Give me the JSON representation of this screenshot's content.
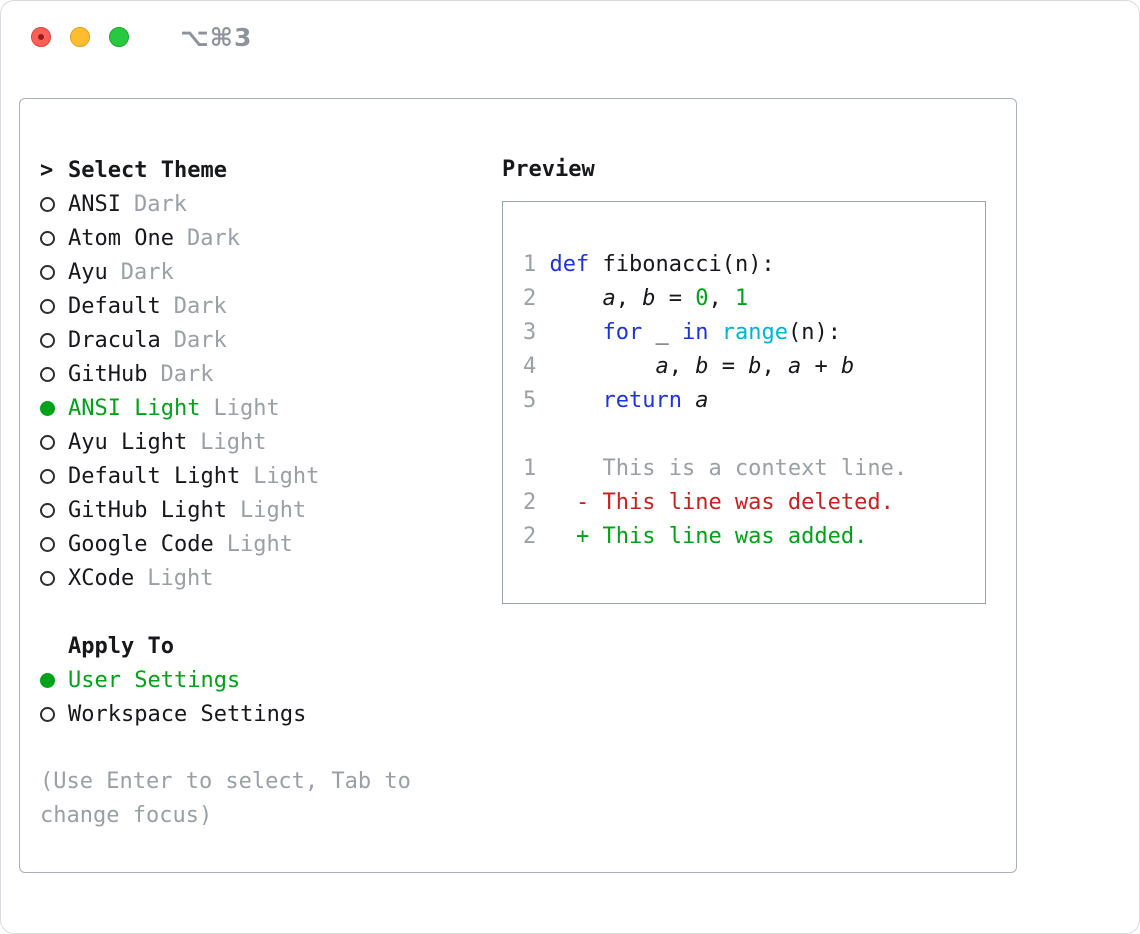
{
  "window": {
    "titlebar_shortcut": "⌥⌘3",
    "traffic_lights": [
      "close",
      "minimize",
      "zoom"
    ]
  },
  "theme_selector": {
    "prompt_char": ">",
    "title": "Select Theme",
    "items": [
      {
        "label": "ANSI",
        "variant": "Dark",
        "selected": false
      },
      {
        "label": "Atom One",
        "variant": "Dark",
        "selected": false
      },
      {
        "label": "Ayu",
        "variant": "Dark",
        "selected": false
      },
      {
        "label": "Default",
        "variant": "Dark",
        "selected": false
      },
      {
        "label": "Dracula",
        "variant": "Dark",
        "selected": false
      },
      {
        "label": "GitHub",
        "variant": "Dark",
        "selected": false
      },
      {
        "label": "ANSI Light",
        "variant": "Light",
        "selected": true
      },
      {
        "label": "Ayu Light",
        "variant": "Light",
        "selected": false
      },
      {
        "label": "Default Light",
        "variant": "Light",
        "selected": false
      },
      {
        "label": "GitHub Light",
        "variant": "Light",
        "selected": false
      },
      {
        "label": "Google Code",
        "variant": "Light",
        "selected": false
      },
      {
        "label": "XCode",
        "variant": "Light",
        "selected": false
      }
    ]
  },
  "apply_to": {
    "title": "Apply To",
    "items": [
      {
        "label": "User Settings",
        "selected": true
      },
      {
        "label": "Workspace Settings",
        "selected": false
      }
    ]
  },
  "hint": "(Use Enter to select, Tab to change focus)",
  "preview": {
    "title": "Preview",
    "lines": [
      {
        "num": "1",
        "segments": [
          [
            "def",
            "kw"
          ],
          [
            " fibonacci(n):",
            "fg"
          ]
        ]
      },
      {
        "num": "2",
        "segments": [
          [
            "    ",
            "fg"
          ],
          [
            "a",
            "var"
          ],
          [
            ", ",
            "fg"
          ],
          [
            "b",
            "var"
          ],
          [
            " = ",
            "fg"
          ],
          [
            "0",
            "lit"
          ],
          [
            ", ",
            "fg"
          ],
          [
            "1",
            "lit"
          ]
        ]
      },
      {
        "num": "3",
        "segments": [
          [
            "    ",
            "fg"
          ],
          [
            "for",
            "kw"
          ],
          [
            " _ ",
            "fg"
          ],
          [
            "in",
            "kw"
          ],
          [
            " ",
            "fg"
          ],
          [
            "range",
            "builtin"
          ],
          [
            "(n):",
            "fg"
          ]
        ]
      },
      {
        "num": "4",
        "segments": [
          [
            "        ",
            "fg"
          ],
          [
            "a",
            "var"
          ],
          [
            ", ",
            "fg"
          ],
          [
            "b",
            "var"
          ],
          [
            " = ",
            "fg"
          ],
          [
            "b",
            "var"
          ],
          [
            ", ",
            "fg"
          ],
          [
            "a",
            "var"
          ],
          [
            " + ",
            "fg"
          ],
          [
            "b",
            "var"
          ]
        ]
      },
      {
        "num": "5",
        "segments": [
          [
            "    ",
            "fg"
          ],
          [
            "return",
            "kw"
          ],
          [
            " ",
            "fg"
          ],
          [
            "a",
            "var"
          ]
        ]
      },
      {
        "num": "",
        "segments": []
      },
      {
        "num": "1",
        "segments": [
          [
            "    This is a context line.",
            "dim"
          ]
        ]
      },
      {
        "num": "2",
        "segments": [
          [
            "  - This line was deleted.",
            "del"
          ]
        ]
      },
      {
        "num": "2",
        "segments": [
          [
            "  + This line was added.",
            "add"
          ]
        ]
      }
    ]
  },
  "colors": {
    "fg": "#16181c",
    "kw": "#1e33e0",
    "cyan": "#00b4d8",
    "green": "#00a317",
    "red": "#cb2020",
    "dim": "#9aa0a6",
    "titlebar_gray": "#8d939c",
    "panel_border": "#aab0ba",
    "preview_border": "#9aa2ac",
    "traffic_red": "#ff5f57",
    "traffic_yellow": "#febc2e",
    "traffic_green": "#28c840"
  }
}
